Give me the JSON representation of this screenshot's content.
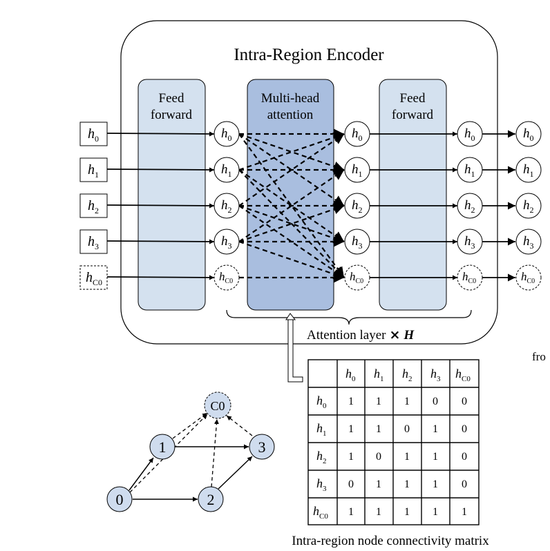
{
  "encoder": {
    "title": "Intra-Region Encoder",
    "ff_left": [
      "Feed",
      "forward"
    ],
    "mha": [
      "Multi-head",
      "attention"
    ],
    "ff_right": [
      "Feed",
      "forward"
    ],
    "layer_label": "Attention layer",
    "layer_times": "×",
    "layer_count": "H",
    "cut_text": "fro"
  },
  "nodes": [
    {
      "base": "h",
      "sub": "0"
    },
    {
      "base": "h",
      "sub": "1"
    },
    {
      "base": "h",
      "sub": "2"
    },
    {
      "base": "h",
      "sub": "3"
    },
    {
      "base": "h",
      "sub": "C0"
    }
  ],
  "graph": {
    "nodes": [
      "C0",
      "1",
      "3",
      "0",
      "2"
    ]
  },
  "matrix": {
    "caption": "Intra-region node connectivity matrix",
    "row_labels": [
      {
        "base": "h",
        "sub": "0"
      },
      {
        "base": "h",
        "sub": "1"
      },
      {
        "base": "h",
        "sub": "2"
      },
      {
        "base": "h",
        "sub": "3"
      },
      {
        "base": "h",
        "sub": "C0"
      }
    ],
    "col_labels": [
      {
        "base": "h",
        "sub": "0"
      },
      {
        "base": "h",
        "sub": "1"
      },
      {
        "base": "h",
        "sub": "2"
      },
      {
        "base": "h",
        "sub": "3"
      },
      {
        "base": "h",
        "sub": "C0"
      }
    ],
    "rows": [
      [
        "1",
        "1",
        "1",
        "0",
        "0"
      ],
      [
        "1",
        "1",
        "0",
        "1",
        "0"
      ],
      [
        "1",
        "0",
        "1",
        "1",
        "0"
      ],
      [
        "0",
        "1",
        "1",
        "1",
        "0"
      ],
      [
        "1",
        "1",
        "1",
        "1",
        "1"
      ]
    ]
  },
  "colors": {
    "panel": "#d4e1ef",
    "mha": "#a9bedf",
    "node": "#cfdcee",
    "stroke": "#000000"
  }
}
